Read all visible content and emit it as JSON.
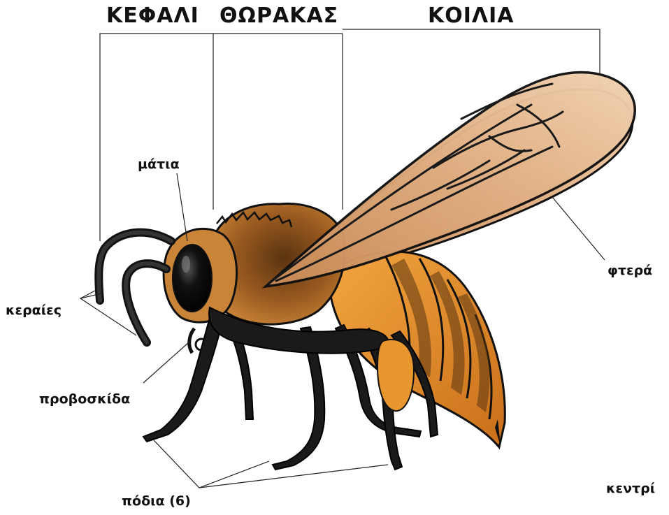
{
  "sections": {
    "head": "ΚΕΦΑΛΙ",
    "thorax": "ΘΩΡΑΚΑΣ",
    "abdomen": "ΚΟΙΛΙΑ"
  },
  "parts": {
    "eyes": "μάτια",
    "antennae": "κεραίες",
    "wings": "φτερά",
    "proboscis": "προβοσκίδα",
    "legs": "πόδια (6)",
    "sting": "κεντρί"
  },
  "colors": {
    "wing": "#d9a06a",
    "thorax": "#c0742a",
    "abdomen_band": "#e8962e",
    "black": "#111111"
  }
}
